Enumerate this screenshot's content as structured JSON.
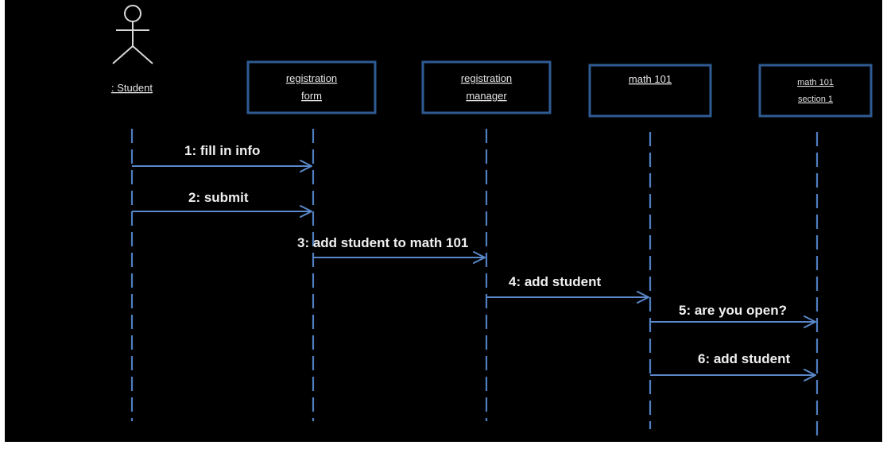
{
  "diagram": {
    "actor": {
      "label": ": Student",
      "icon": "stick-figure-icon"
    },
    "objects": [
      {
        "id": "registration-form",
        "lines": [
          "registration",
          "form"
        ]
      },
      {
        "id": "registration-manager",
        "lines": [
          "registration",
          "manager"
        ]
      },
      {
        "id": "math-101",
        "lines": [
          "math 101"
        ]
      },
      {
        "id": "math-101-section-1",
        "lines": [
          "math 101",
          "section 1"
        ]
      }
    ],
    "messages": [
      {
        "label": "1: fill in info"
      },
      {
        "label": "2: submit"
      },
      {
        "label": "3: add student to math 101"
      },
      {
        "label": "4: add student"
      },
      {
        "label": "5: are you open?"
      },
      {
        "label": "6: add student"
      }
    ],
    "colors": {
      "background": "#000000",
      "lifeline": "#4f7fc0",
      "box_border": "#2f5b93",
      "text": "#f0f0f0"
    }
  }
}
